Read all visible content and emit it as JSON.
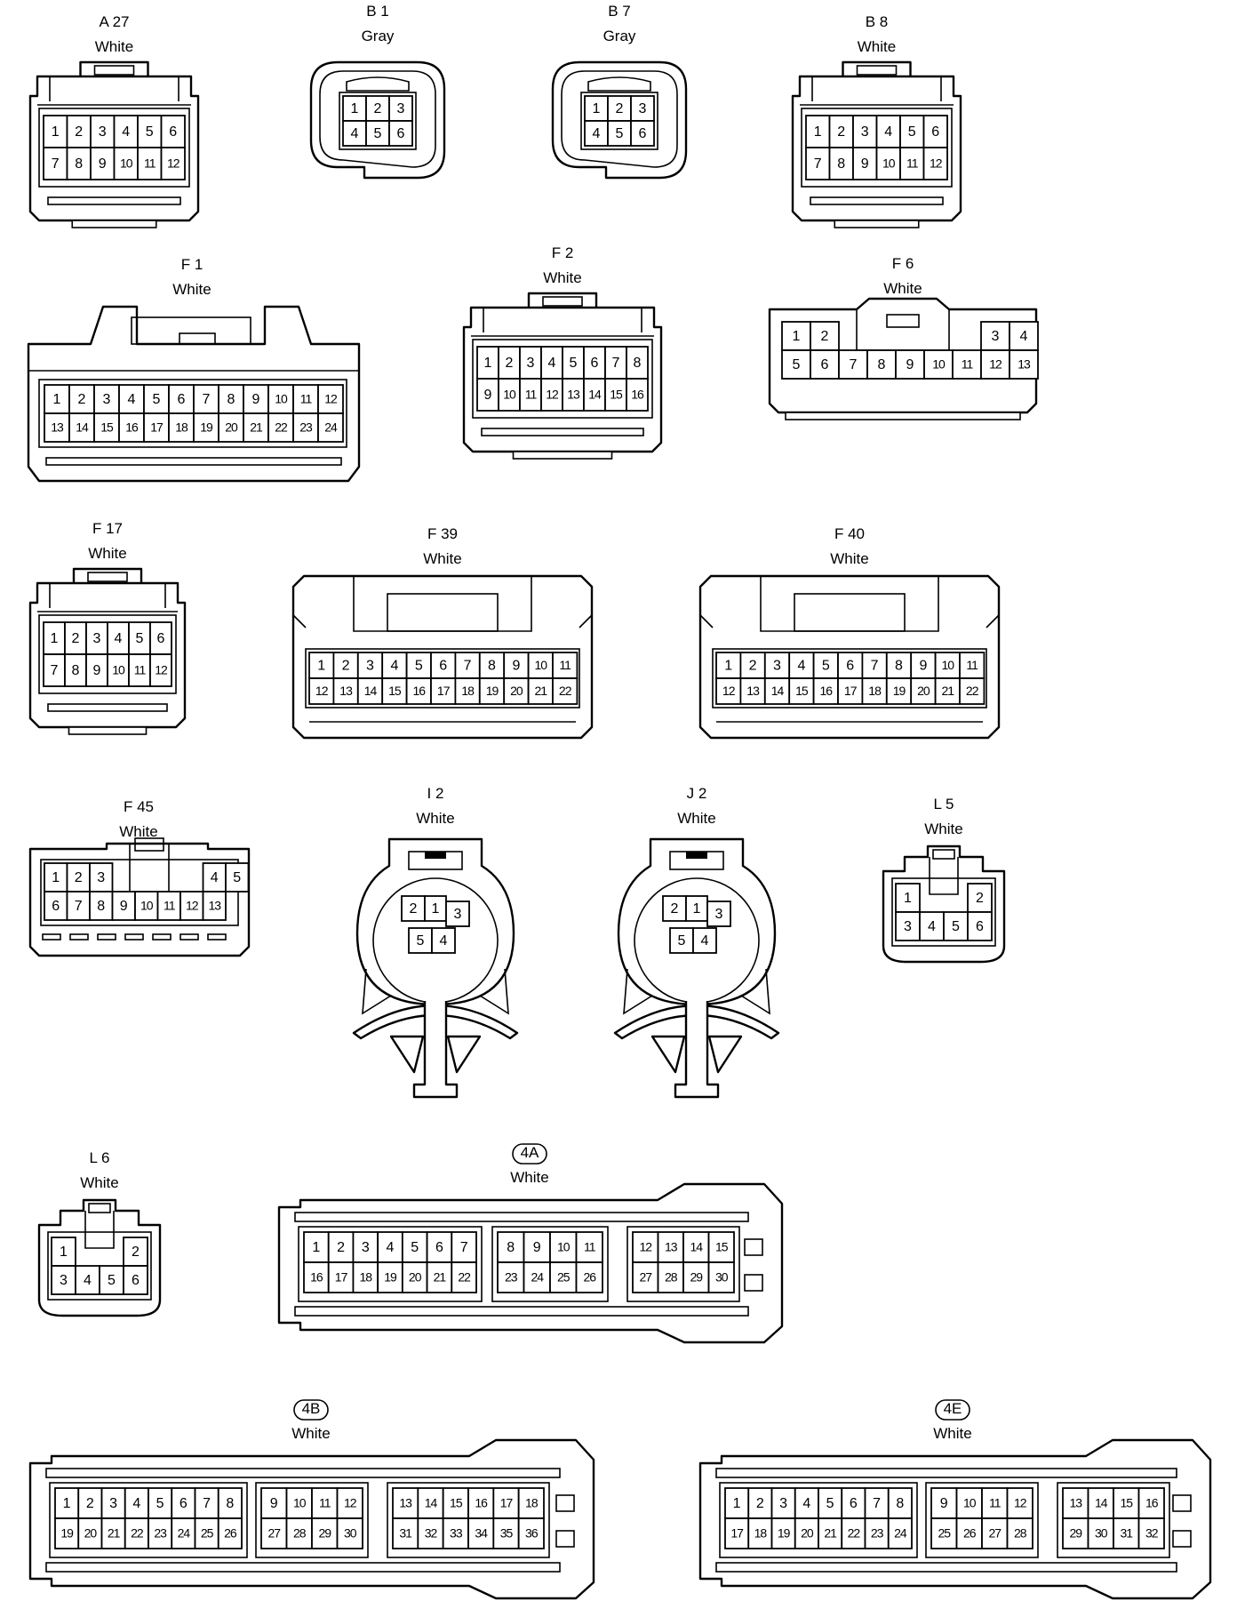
{
  "connectors": [
    {
      "id": "A27",
      "label": "A 27",
      "color": "White",
      "style": "std",
      "rows": [
        [
          "1",
          "2",
          "3",
          "4",
          "5",
          "6"
        ],
        [
          "7",
          "8",
          "9",
          "10",
          "11",
          "12"
        ]
      ]
    },
    {
      "id": "B1",
      "label": "B 1",
      "color": "Gray",
      "style": "round",
      "rows": [
        [
          "1",
          "2",
          "3"
        ],
        [
          "4",
          "5",
          "6"
        ]
      ]
    },
    {
      "id": "B7",
      "label": "B 7",
      "color": "Gray",
      "style": "round",
      "rows": [
        [
          "1",
          "2",
          "3"
        ],
        [
          "4",
          "5",
          "6"
        ]
      ]
    },
    {
      "id": "B8",
      "label": "B 8",
      "color": "White",
      "style": "std",
      "rows": [
        [
          "1",
          "2",
          "3",
          "4",
          "5",
          "6"
        ],
        [
          "7",
          "8",
          "9",
          "10",
          "11",
          "12"
        ]
      ]
    },
    {
      "id": "F1",
      "label": "F 1",
      "color": "White",
      "style": "wide",
      "rows": [
        [
          "1",
          "2",
          "3",
          "4",
          "5",
          "6",
          "7",
          "8",
          "9",
          "10",
          "11",
          "12"
        ],
        [
          "13",
          "14",
          "15",
          "16",
          "17",
          "18",
          "19",
          "20",
          "21",
          "22",
          "23",
          "24"
        ]
      ]
    },
    {
      "id": "F2",
      "label": "F 2",
      "color": "White",
      "style": "std",
      "rows": [
        [
          "1",
          "2",
          "3",
          "4",
          "5",
          "6",
          "7",
          "8"
        ],
        [
          "9",
          "10",
          "11",
          "12",
          "13",
          "14",
          "15",
          "16"
        ]
      ]
    },
    {
      "id": "F6",
      "label": "F 6",
      "color": "White",
      "style": "f6",
      "rows": [
        [
          "1",
          "2",
          "",
          "",
          "",
          "",
          "",
          "3",
          "4"
        ],
        [
          "5",
          "6",
          "7",
          "8",
          "9",
          "10",
          "11",
          "12",
          "13"
        ]
      ]
    },
    {
      "id": "F17",
      "label": "F 17",
      "color": "White",
      "style": "std",
      "rows": [
        [
          "1",
          "2",
          "3",
          "4",
          "5",
          "6"
        ],
        [
          "7",
          "8",
          "9",
          "10",
          "11",
          "12"
        ]
      ]
    },
    {
      "id": "F39",
      "label": "F 39",
      "color": "White",
      "style": "wide2",
      "rows": [
        [
          "1",
          "2",
          "3",
          "4",
          "5",
          "6",
          "7",
          "8",
          "9",
          "10",
          "11"
        ],
        [
          "12",
          "13",
          "14",
          "15",
          "16",
          "17",
          "18",
          "19",
          "20",
          "21",
          "22"
        ]
      ]
    },
    {
      "id": "F40",
      "label": "F 40",
      "color": "White",
      "style": "wide2",
      "rows": [
        [
          "1",
          "2",
          "3",
          "4",
          "5",
          "6",
          "7",
          "8",
          "9",
          "10",
          "11"
        ],
        [
          "12",
          "13",
          "14",
          "15",
          "16",
          "17",
          "18",
          "19",
          "20",
          "21",
          "22"
        ]
      ]
    },
    {
      "id": "F45",
      "label": "F 45",
      "color": "White",
      "style": "f45",
      "rows": [
        [
          "1",
          "2",
          "3",
          "",
          "",
          "",
          "",
          "4",
          "5"
        ],
        [
          "6",
          "7",
          "8",
          "9",
          "10",
          "11",
          "12",
          "13"
        ]
      ]
    },
    {
      "id": "I2",
      "label": "I 2",
      "color": "White",
      "style": "clip",
      "pins": [
        "2",
        "1",
        "3",
        "5",
        "4"
      ]
    },
    {
      "id": "J2",
      "label": "J 2",
      "color": "White",
      "style": "clip",
      "pins": [
        "2",
        "1",
        "3",
        "5",
        "4"
      ]
    },
    {
      "id": "L5",
      "label": "L 5",
      "color": "White",
      "style": "l",
      "rows": [
        [
          "1",
          "",
          "",
          "2"
        ],
        [
          "3",
          "4",
          "5",
          "6"
        ]
      ]
    },
    {
      "id": "L6",
      "label": "L 6",
      "color": "White",
      "style": "l",
      "rows": [
        [
          "1",
          "",
          "",
          "2"
        ],
        [
          "3",
          "4",
          "5",
          "6"
        ]
      ]
    },
    {
      "id": "4A",
      "label": "4A",
      "color": "White",
      "style": "ecu",
      "groups": [
        [
          [
            "1",
            "2",
            "3",
            "4",
            "5",
            "6",
            "7"
          ],
          [
            "16",
            "17",
            "18",
            "19",
            "20",
            "21",
            "22"
          ]
        ],
        [
          [
            "8",
            "9",
            "10",
            "11"
          ],
          [
            "23",
            "24",
            "25",
            "26"
          ]
        ],
        [
          [
            "12",
            "13",
            "14",
            "15"
          ],
          [
            "27",
            "28",
            "29",
            "30"
          ]
        ]
      ]
    },
    {
      "id": "4B",
      "label": "4B",
      "color": "White",
      "style": "ecu",
      "groups": [
        [
          [
            "1",
            "2",
            "3",
            "4",
            "5",
            "6",
            "7",
            "8"
          ],
          [
            "19",
            "20",
            "21",
            "22",
            "23",
            "24",
            "25",
            "26"
          ]
        ],
        [
          [
            "9",
            "10",
            "11",
            "12"
          ],
          [
            "27",
            "28",
            "29",
            "30"
          ]
        ],
        [
          [
            "13",
            "14",
            "15",
            "16",
            "17",
            "18"
          ],
          [
            "31",
            "32",
            "33",
            "34",
            "35",
            "36"
          ]
        ]
      ]
    },
    {
      "id": "4E",
      "label": "4E",
      "color": "White",
      "style": "ecu",
      "groups": [
        [
          [
            "1",
            "2",
            "3",
            "4",
            "5",
            "6",
            "7",
            "8"
          ],
          [
            "17",
            "18",
            "19",
            "20",
            "21",
            "22",
            "23",
            "24"
          ]
        ],
        [
          [
            "9",
            "10",
            "11",
            "12"
          ],
          [
            "25",
            "26",
            "27",
            "28"
          ]
        ],
        [
          [
            "13",
            "14",
            "15",
            "16"
          ],
          [
            "29",
            "30",
            "31",
            "32"
          ]
        ]
      ]
    }
  ]
}
